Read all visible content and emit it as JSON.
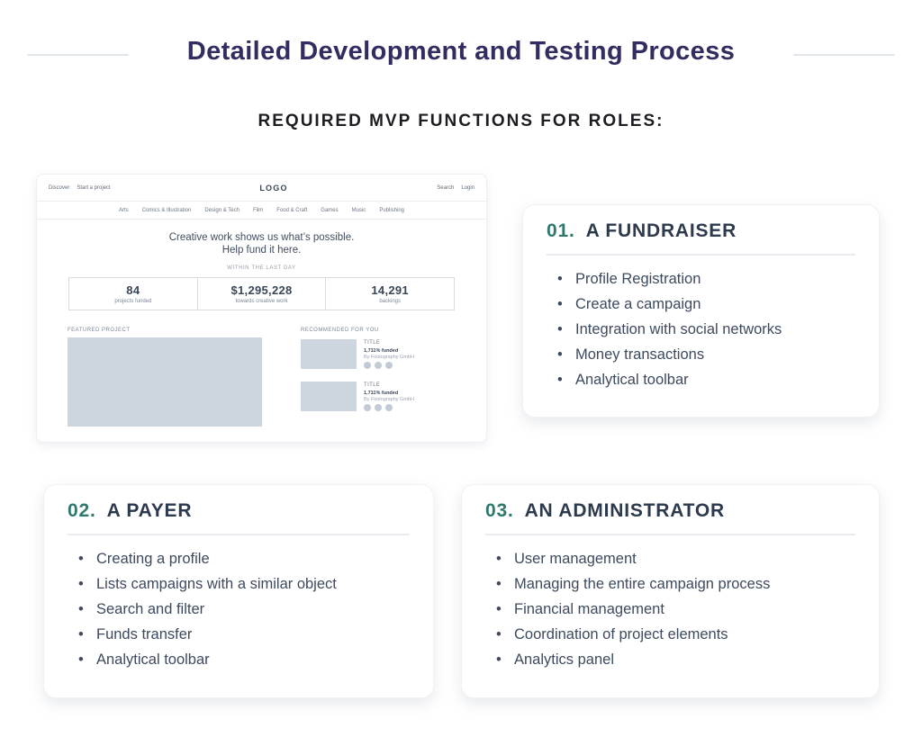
{
  "page": {
    "title": "Detailed Development and Testing Process",
    "subtitle": "REQUIRED MVP FUNCTIONS FOR ROLES:"
  },
  "mockup": {
    "nav": {
      "left_links": [
        "Discover",
        "Start a project"
      ],
      "logo": "LOGO",
      "right_links": [
        "Search",
        "Login"
      ]
    },
    "categories": [
      "Arts",
      "Comics & Illustration",
      "Design & Tech",
      "Film",
      "Food & Craft",
      "Games",
      "Music",
      "Publishing"
    ],
    "hero_line1": "Creative work shows us what’s possible.",
    "hero_line2": "Help fund it here.",
    "stats_caption": "WITHIN THE LAST DAY",
    "stats": [
      {
        "value": "84",
        "label": "projects funded"
      },
      {
        "value": "$1,295,228",
        "label": "towards creative work"
      },
      {
        "value": "14,291",
        "label": "backings"
      }
    ],
    "featured_label": "FEATURED PROJECT",
    "recommended_label": "RECOMMENDED FOR YOU",
    "recommended": [
      {
        "title": "TITLE",
        "funded": "1,711% funded",
        "by": "By Foolography GmbH"
      },
      {
        "title": "TITLE",
        "funded": "1,711% funded",
        "by": "By Foolography GmbH"
      }
    ]
  },
  "cards": [
    {
      "number": "01.",
      "title": "A FUNDRAISER",
      "items": [
        "Profile Registration",
        "Create a campaign",
        "Integration with social networks",
        "Money transactions",
        "Analytical toolbar"
      ]
    },
    {
      "number": "02.",
      "title": "A PAYER",
      "items": [
        "Creating a profile",
        "Lists campaigns with a similar object",
        "Search and filter",
        "Funds transfer",
        "Analytical toolbar"
      ]
    },
    {
      "number": "03.",
      "title": "AN ADMINISTRATOR",
      "items": [
        "User management",
        "Managing the entire campaign process",
        "Financial management",
        "Coordination of project elements",
        "Analytics panel"
      ]
    }
  ],
  "colors": {
    "title": "#322d60",
    "accent_number": "#2e7a6d",
    "heading": "#2d3a4e",
    "body_text": "#3d4a5e",
    "placeholder_fill": "#cdd6de",
    "divider": "#e8ebf0",
    "muted_text": "#7c8795"
  }
}
